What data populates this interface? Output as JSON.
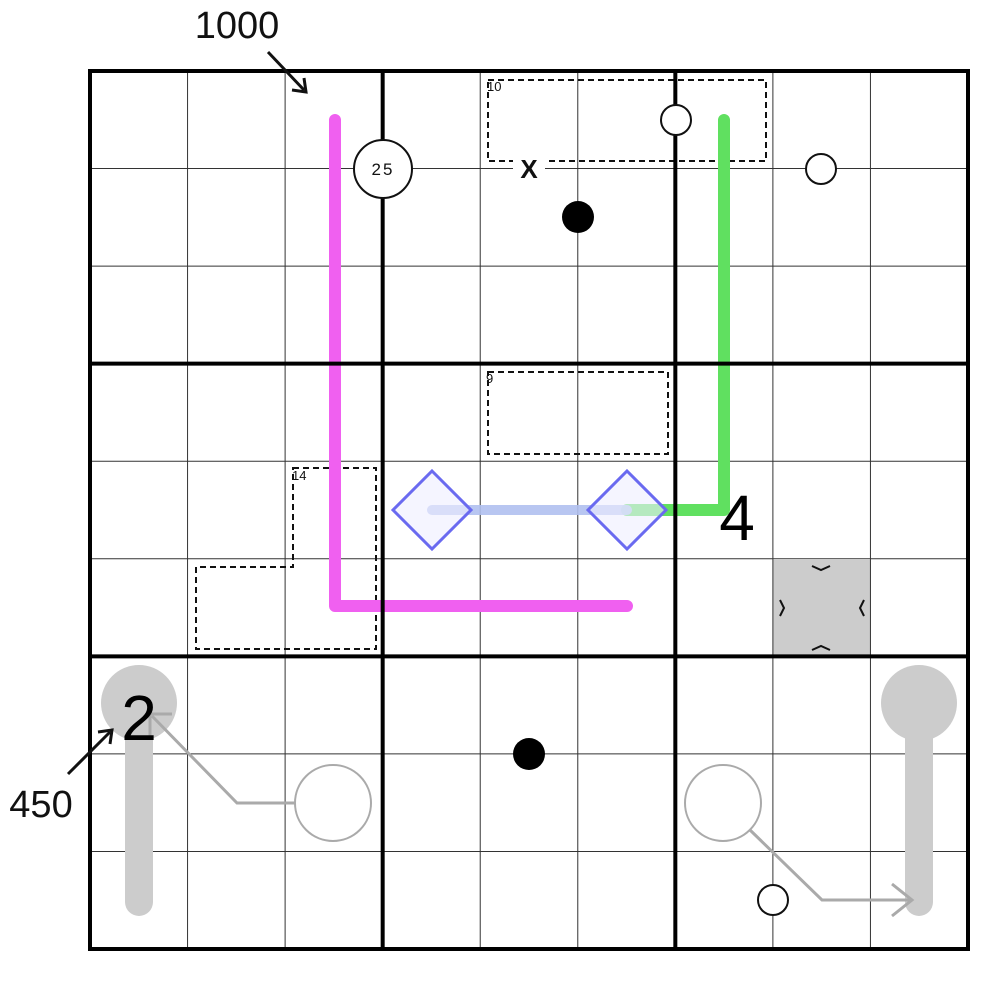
{
  "puzzle": {
    "grid_size": 9,
    "colors": {
      "thin_line": "#333333",
      "thick_line": "#000000",
      "pink_line": "#f060f0",
      "green_line": "#60e060",
      "blue_line": "#b0c0f0",
      "diamond_stroke": "#6a6af0",
      "diamond_fill": "#eeeeff",
      "thermo_gray": "#cccccc",
      "arrow_gray": "#aaaaaa",
      "shaded_cell": "#cccccc",
      "dot_black": "#000000"
    },
    "outside_clues": [
      {
        "name": "outside-clue-top",
        "text": "1000"
      },
      {
        "name": "outside-clue-left",
        "text": "450"
      }
    ],
    "quadruple": {
      "text": "25"
    },
    "x_mark": {
      "text": "X"
    },
    "given_digits": [
      {
        "name": "given-digit-r5c7",
        "text": "4"
      },
      {
        "name": "given-digit-r7c1",
        "text": "2"
      }
    ],
    "cages": [
      {
        "name": "cage-10",
        "label": "10"
      },
      {
        "name": "cage-9",
        "label": "9"
      },
      {
        "name": "cage-14",
        "label": "14"
      }
    ]
  }
}
